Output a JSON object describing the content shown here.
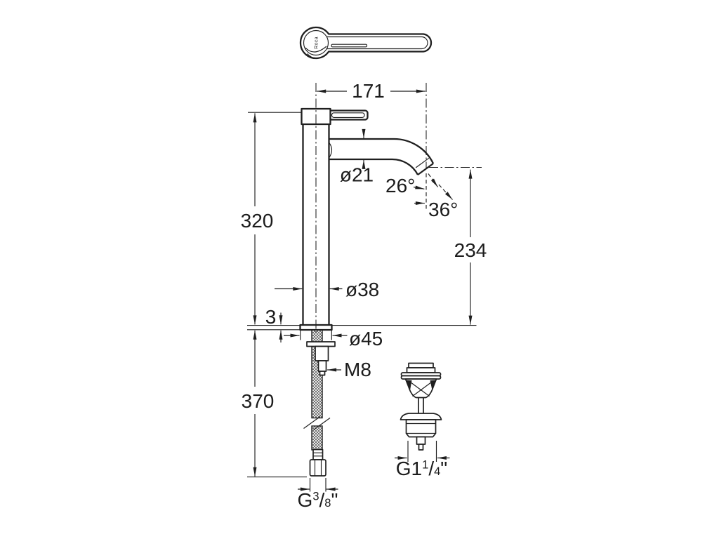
{
  "brand": {
    "logo": "Roca"
  },
  "dimensions": {
    "spout_reach": "171",
    "body_height": "320",
    "outlet_height": "234",
    "hose_length": "370",
    "base_thickness": "3",
    "spout_diameter": "ø21",
    "body_diameter": "ø38",
    "base_diameter": "ø45",
    "fixing_thread": "M8",
    "aerator_angle": "26°",
    "jet_angle": "36°"
  },
  "connections": {
    "supply": {
      "main": "G",
      "sup": "3",
      "slash": "/",
      "sub": "8",
      "quote": "\""
    },
    "waste": {
      "main": "G1",
      "sup": "1",
      "slash": "/",
      "sub": "4",
      "quote": "\""
    }
  }
}
